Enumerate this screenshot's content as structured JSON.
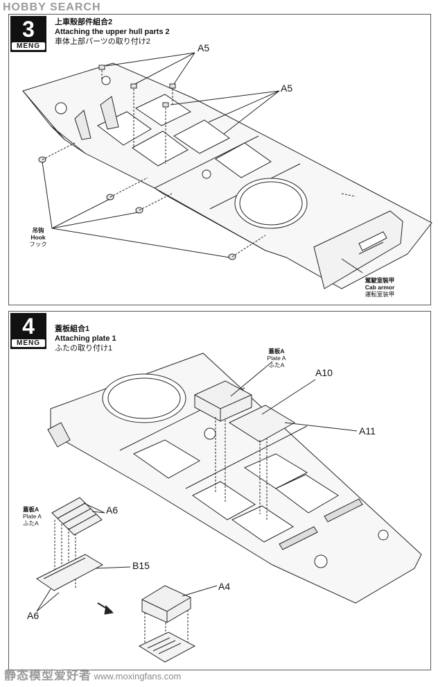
{
  "watermark_top": "HOBBY SEARCH",
  "watermark_bottom": {
    "cn": "静态模型爱好者",
    "url": "www.moxingfans.com"
  },
  "brand": "MENG",
  "step3": {
    "number": "3",
    "title_zh": "上車殼部件組合2",
    "title_en": "Attaching the upper hull parts 2",
    "title_ja": "車体上部パーツの取り付け2",
    "callout_a5_top": "A5",
    "callout_a5_right": "A5",
    "hook": {
      "zh": "吊钩",
      "en": "Hook",
      "ja": "フック"
    },
    "cab": {
      "zh": "駕駛室裝甲",
      "en": "Cab armor",
      "ja": "運転室装甲"
    }
  },
  "step4": {
    "number": "4",
    "title_zh": "蓋板組合1",
    "title_en": "Attaching plate 1",
    "title_ja": "ふたの取り付け1",
    "plate_top": {
      "zh": "蓋板A",
      "en": "Plate A",
      "ja": "ふたA"
    },
    "plate_left": {
      "zh": "蓋板A",
      "en": "Plate A",
      "ja": "ふたA"
    },
    "callout_a10": "A10",
    "callout_a11": "A11",
    "callout_a6_top": "A6",
    "callout_a6_bottom": "A6",
    "callout_b15": "B15",
    "callout_a4": "A4"
  }
}
